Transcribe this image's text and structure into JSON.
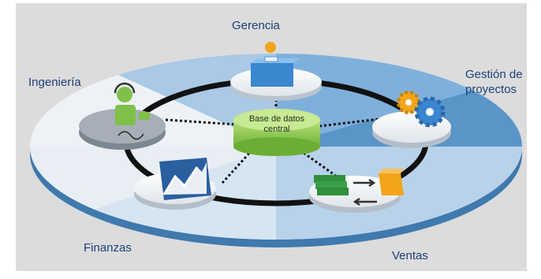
{
  "labels": {
    "gerencia": "Gerencia",
    "ingenieria": "Ingeniería",
    "gestion_line1": "Gestión de",
    "gestion_line2": "proyectos",
    "finanzas": "Finanzas",
    "ventas": "Ventas",
    "center_line1": "Base de datos",
    "center_line2": "central"
  },
  "colors": {
    "background": "#dcdcdc",
    "label_text": "#1c3f7a",
    "ring_blue": "#5a95c8",
    "ring_light": "#d8e6f2",
    "database_green": "#8ccc4a",
    "connector": "#111111"
  },
  "icons": {
    "gerencia": "manager-at-desk-icon",
    "ingenieria": "engineer-headset-icon",
    "gestion": "gears-icon",
    "finanzas": "rising-chart-icon",
    "ventas": "money-and-box-icon",
    "center": "database-cylinder-icon"
  }
}
